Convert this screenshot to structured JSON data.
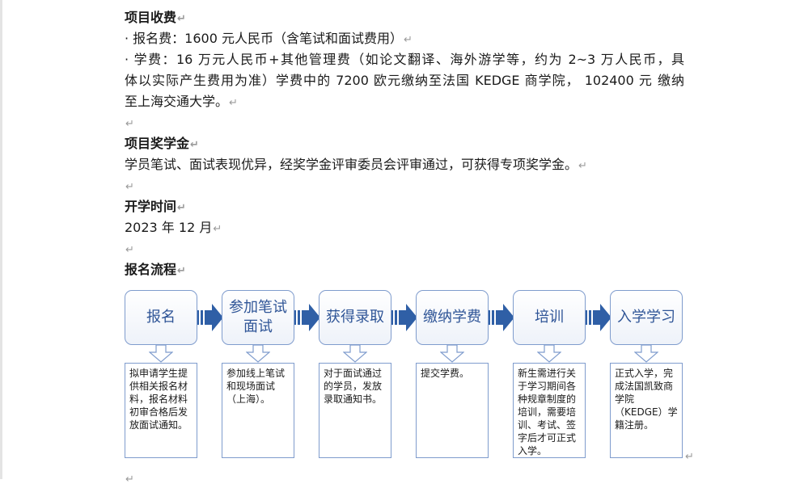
{
  "sections": {
    "fees": {
      "heading": "项目收费",
      "registration": "· 报名费：1600 元人民币（含笔试和面试费用）",
      "tuition_line1": "· 学费：16 万元人民币+其他管理费（如论文翻译、海外游学等，约为 2~3 万人民币，具",
      "tuition_line2": "体以实际产生费用为准）学费中的 7200 欧元缴纳至法国 KEDGE 商学院， 102400 元 缴纳",
      "tuition_line3": "至上海交通大学。"
    },
    "scholarship": {
      "heading": "项目奖学金",
      "text": "学员笔试、面试表现优异，经奖学金评审委员会评审通过，可获得专项奖学金。"
    },
    "start": {
      "heading": "开学时间",
      "text": "2023 年 12 月"
    },
    "process": {
      "heading": "报名流程"
    }
  },
  "paragraph_mark": "↵",
  "flow_steps": [
    {
      "title": "报名",
      "desc": "拟申请学生提供相关报名材料，报名材料初审合格后发放面试通知。"
    },
    {
      "title": "参加笔试面试",
      "desc": "参加线上笔试和现场面试（上海）。"
    },
    {
      "title": "获得录取",
      "desc": "对于面试通过的学员，发放录取通知书。"
    },
    {
      "title": "缴纳学费",
      "desc": "提交学费。"
    },
    {
      "title": "培训",
      "desc": "新生需进行关于学习期间各种规章制度的培训，需要培训、考试、签字后才可正式入学。"
    },
    {
      "title": "入学学习",
      "desc": "正式入学，完成法国凯致商学院（KEDGE）学籍注册。"
    }
  ],
  "colors": {
    "step_text": "#2f5597",
    "box_border": "#7f9ccd",
    "arrow_fill": "#2f5fa6"
  }
}
